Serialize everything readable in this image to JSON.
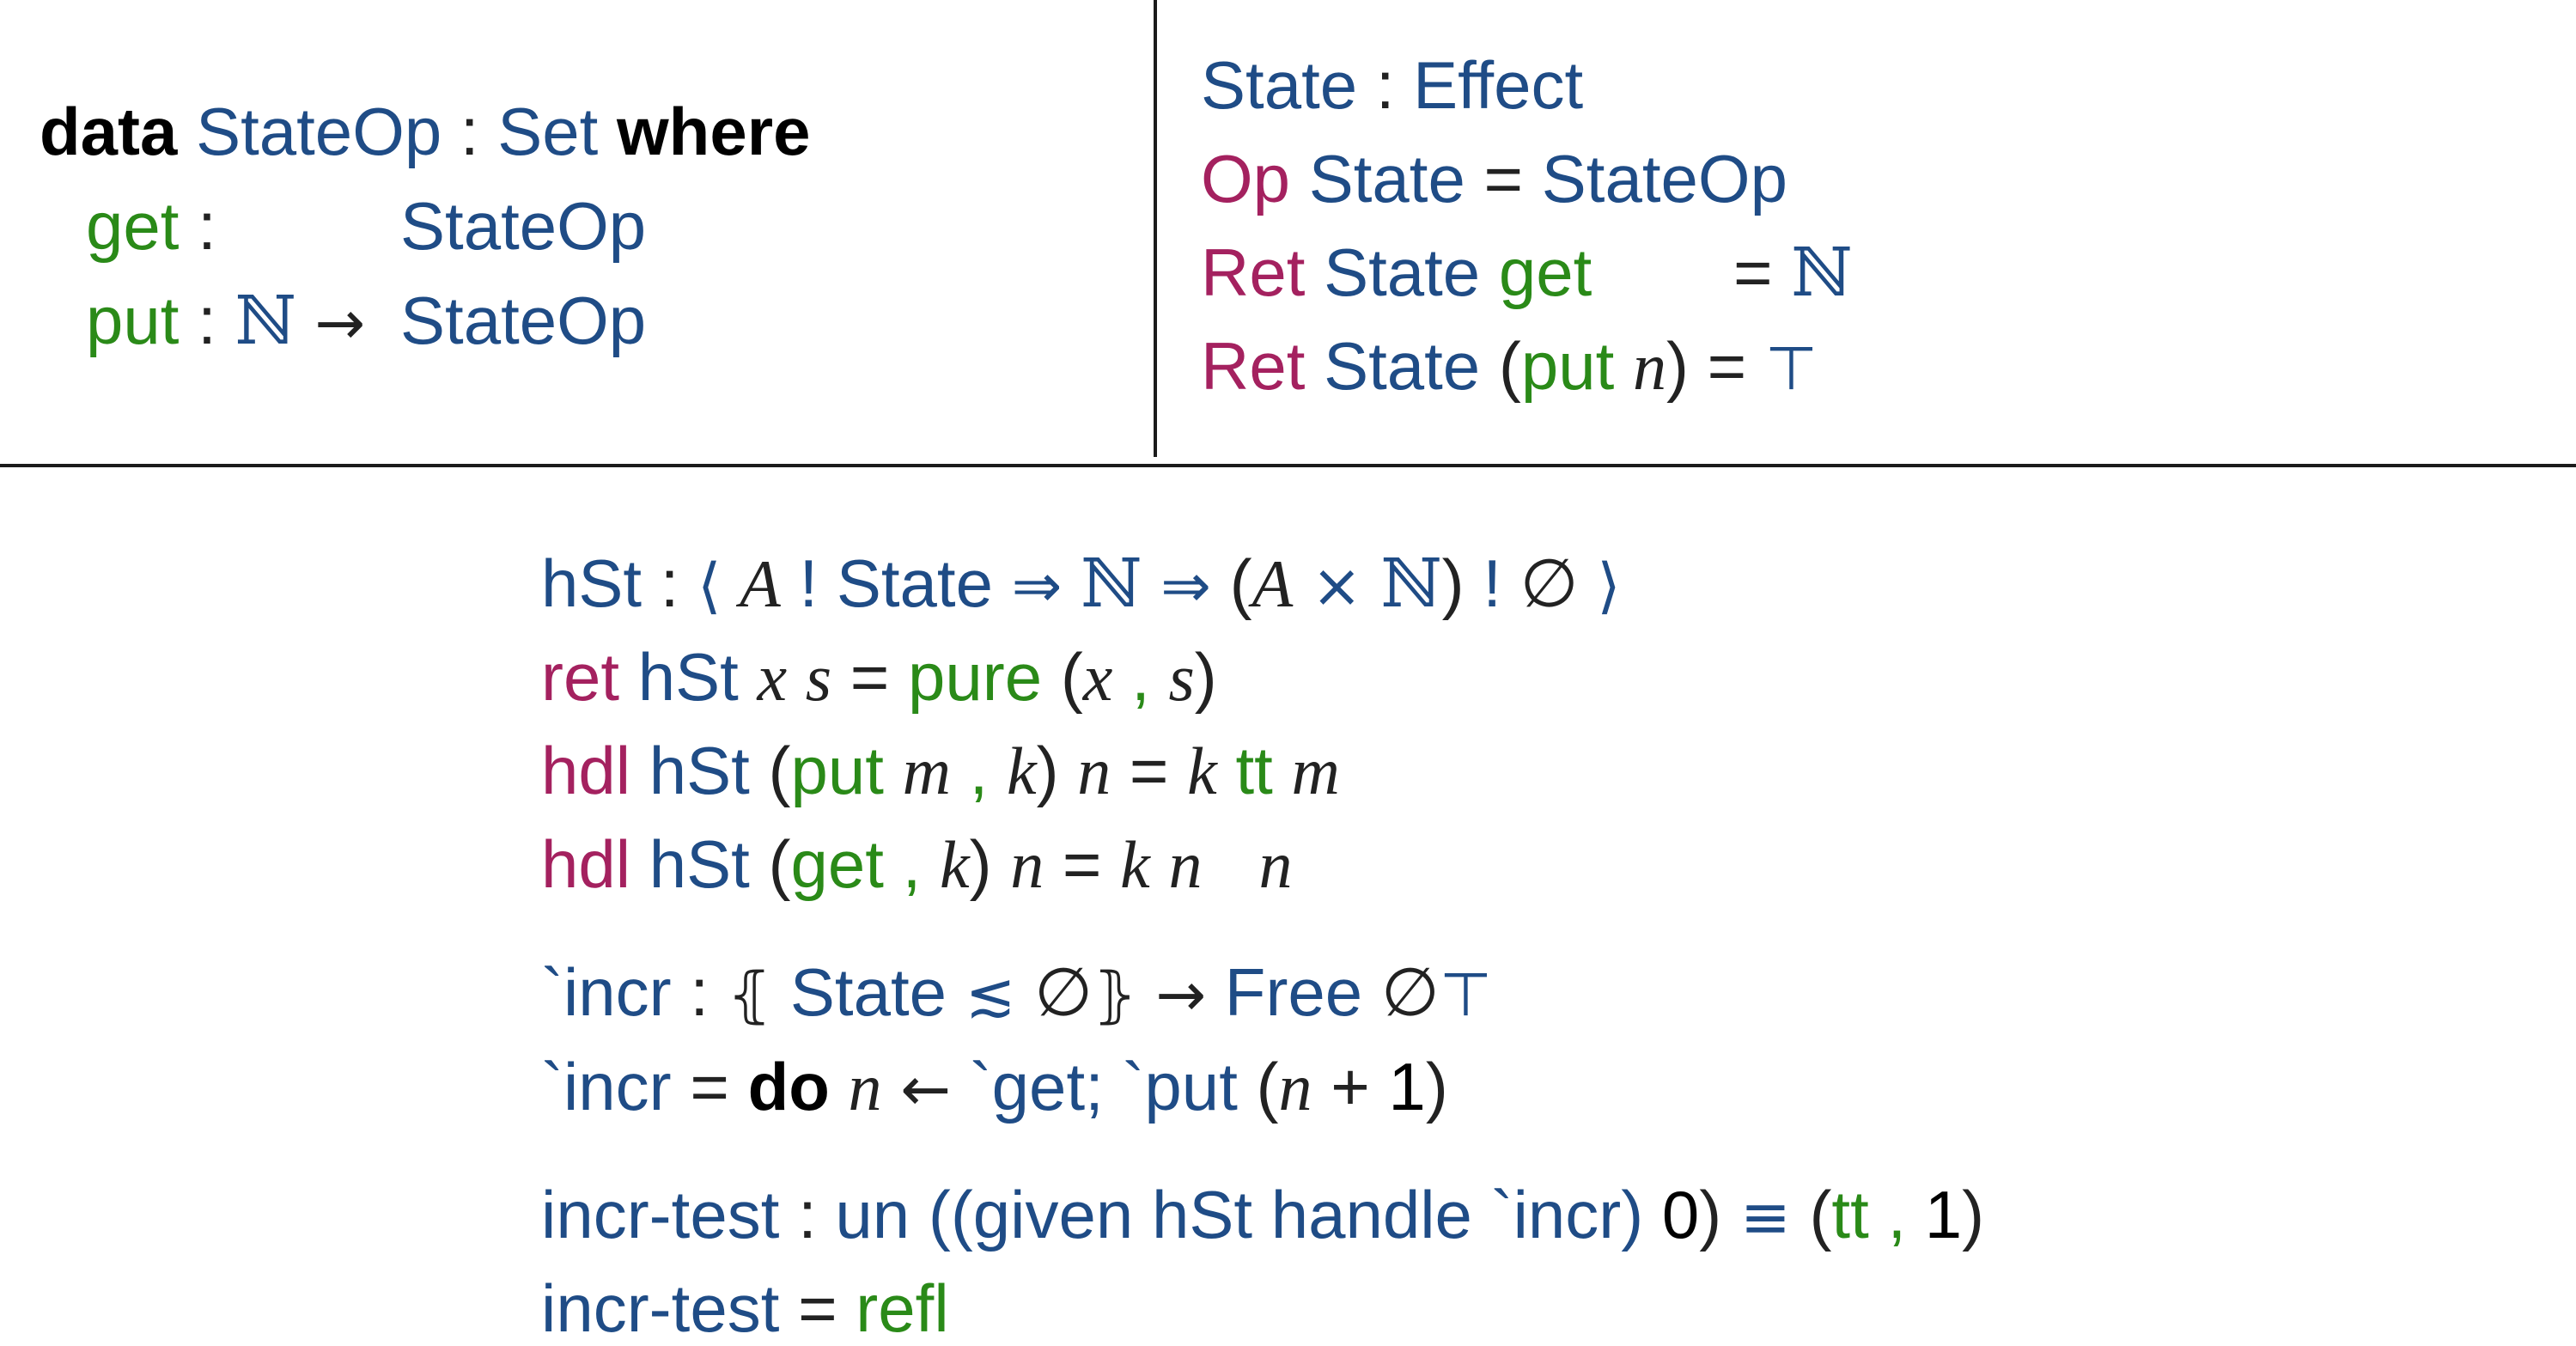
{
  "panel_top_left": {
    "line1": {
      "kw_data": "data",
      "type_name": "StateOp",
      "colon": ":",
      "set": "Set",
      "kw_where": "where"
    },
    "line2": {
      "ctor": "get",
      "colon": ":",
      "result": "StateOp"
    },
    "line3": {
      "ctor": "put",
      "colon": ":",
      "nat": "ℕ",
      "arrow": "→",
      "result": "StateOp"
    }
  },
  "panel_top_right": {
    "line1": {
      "name": "State",
      "colon": ":",
      "type": "Effect"
    },
    "line2": {
      "op": "Op",
      "arg": "State",
      "eq": "=",
      "rhs": "StateOp"
    },
    "line3": {
      "ret": "Ret",
      "arg": "State",
      "ctor": "get",
      "eq": "=",
      "rhs": "ℕ"
    },
    "line4": {
      "ret": "Ret",
      "arg": "State",
      "lp": "(",
      "ctor": "put",
      "var": "n",
      "rp": ")",
      "eq": "=",
      "rhs": "⊤"
    }
  },
  "panel_bottom": {
    "hst_sig": {
      "name": "hSt",
      "colon": ":",
      "langle": "⟨",
      "a1": "A",
      "bang1": "!",
      "state": "State",
      "arr1": "⇒",
      "nat1": "ℕ",
      "arr2": "⇒",
      "lp": "(",
      "a2": "A",
      "times": "×",
      "nat2": "ℕ",
      "rp": ")",
      "bang2": "!",
      "empty": "∅",
      "rangle": "⟩"
    },
    "hst_ret": {
      "ret": "ret",
      "name": "hSt",
      "x": "x",
      "s": "s",
      "eq": "=",
      "pure": "pure",
      "lp": "(",
      "x2": "x",
      "comma": ",",
      "s2": "s",
      "rp": ")"
    },
    "hst_put": {
      "hdl": "hdl",
      "name": "hSt",
      "lp": "(",
      "put": "put",
      "m": "m",
      "comma": ",",
      "k": "k",
      "rp": ")",
      "n": "n",
      "eq": "=",
      "k2": "k",
      "tt": "tt",
      "m2": "m"
    },
    "hst_get": {
      "hdl": "hdl",
      "name": "hSt",
      "lp": "(",
      "get": "get",
      "comma": ",",
      "k": "k",
      "rp": ")",
      "n": "n",
      "eq": "=",
      "k2": "k",
      "n2": "n",
      "n3": "n"
    },
    "incr_sig": {
      "name": "`incr",
      "colon": ":",
      "lbr": "⦃",
      "state": "State",
      "rel": "≲",
      "empty": "∅",
      "rbr": "⦄",
      "arrow": "→",
      "free": "Free",
      "empty2": "∅",
      "top": "⊤"
    },
    "incr_def": {
      "name": "`incr",
      "eq": "=",
      "kw_do": "do",
      "n": "n",
      "larrow": "←",
      "get": "`get;",
      "put": "`put",
      "lp": "(",
      "n2": "n",
      "plus": "+",
      "one": "1",
      "rp": ")"
    },
    "test_sig": {
      "name": "incr-test",
      "colon": ":",
      "un": "un",
      "lp": "((given",
      "hst": "hSt",
      "handle": "handle",
      "incr": "`incr)",
      "zero": "0",
      "rp": ")",
      "equiv": "≡",
      "lp2": "(",
      "tt": "tt",
      "comma": ",",
      "one": "1",
      "rp2": ")"
    },
    "test_def": {
      "name": "incr-test",
      "eq": "=",
      "refl": "refl"
    }
  }
}
